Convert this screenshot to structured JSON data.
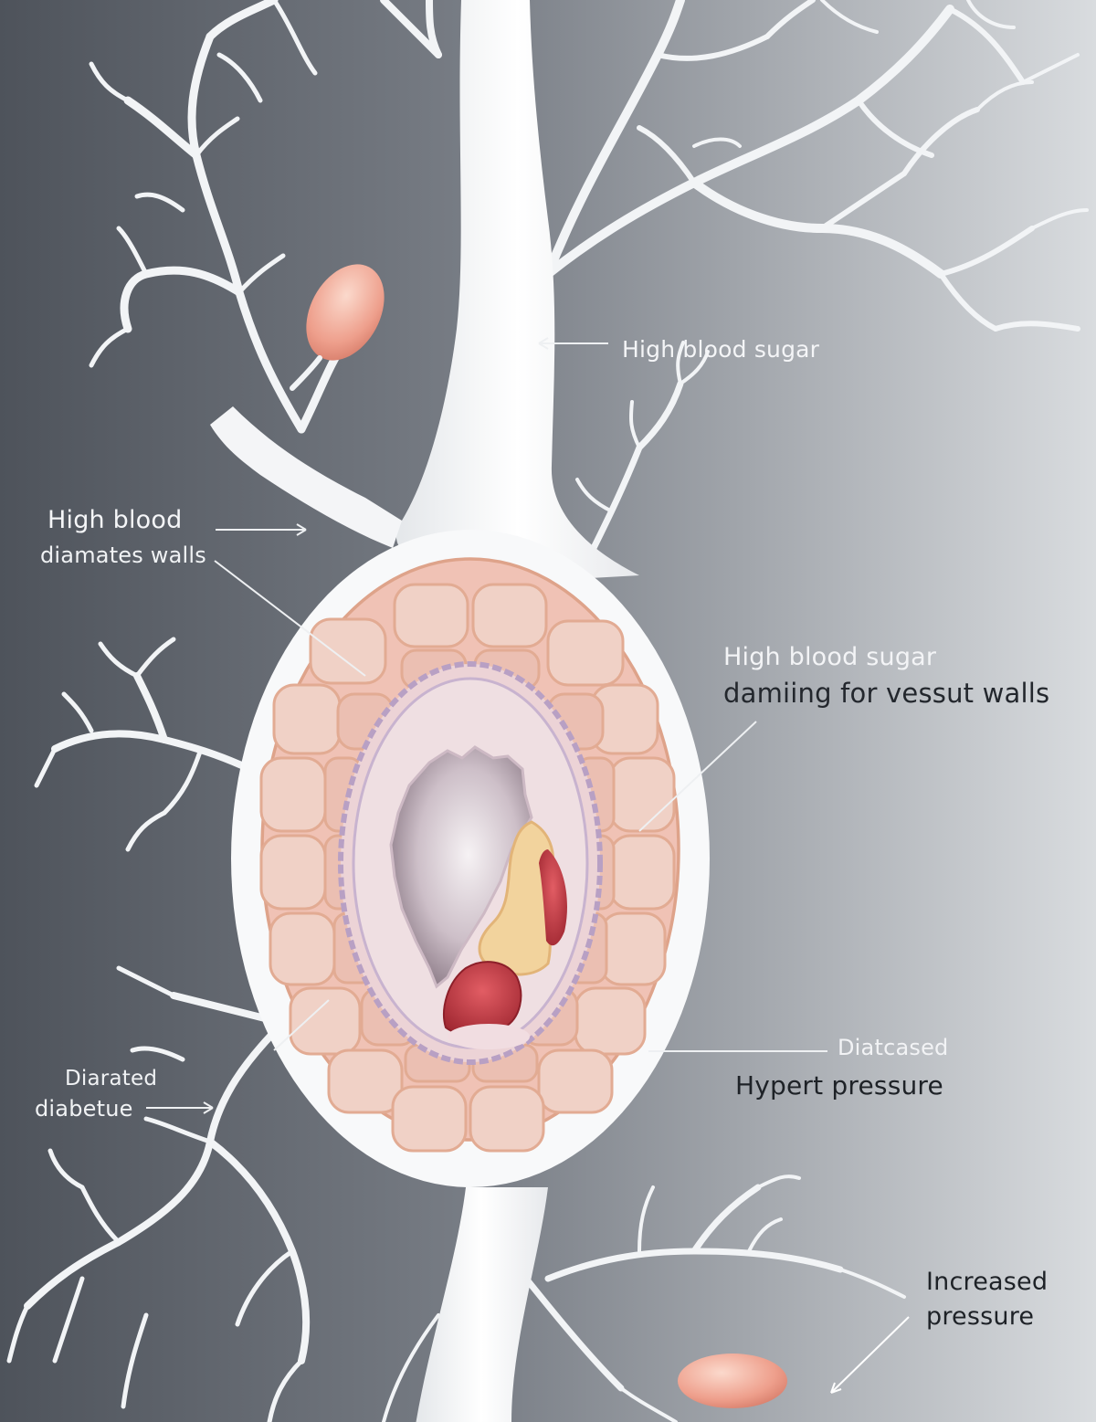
{
  "labels": {
    "high_blood_sugar": "High blood sugar",
    "high_blood_line1": "High blood",
    "high_blood_line2": "diamates walls",
    "damage_line1": "High blood sugar",
    "damage_line2": "damiing for vessut walls",
    "diseased_line1": "Diatcased",
    "diseased_line2": "Hypert pressure",
    "diarated_line1": "Diarated",
    "diarated_line2": "diabetue",
    "increased_line1": "Increased",
    "increased_line2": "pressure"
  },
  "colors": {
    "background_dark": "#50555d",
    "background_light": "#d5d8dc",
    "vessel": "#f7f8fa",
    "cell_fill": "#ecc9bf",
    "cell_border": "#e0a98f",
    "inner_wall": "#b9a3c4",
    "lumen": "#9b8a95",
    "plaque": "#f1d19a",
    "blood": "#b93a42",
    "red_cell": "#f0b3a0"
  }
}
